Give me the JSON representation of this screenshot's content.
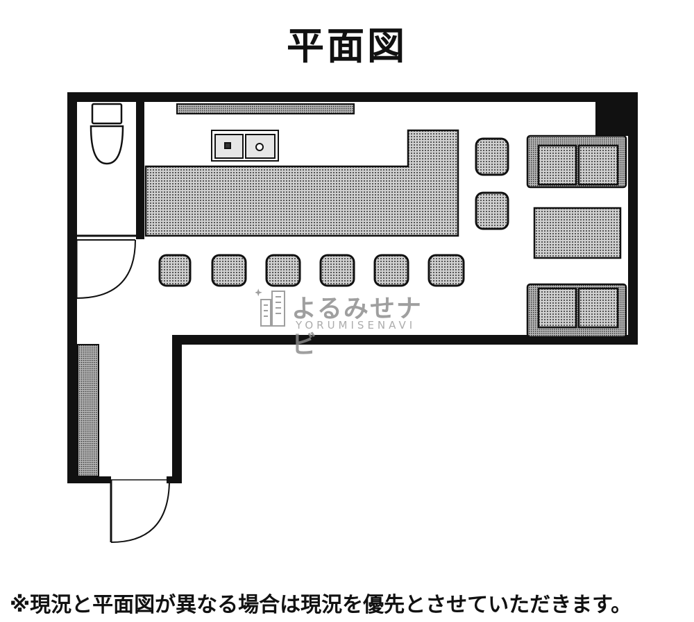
{
  "title": "平面図",
  "note": "※現況と平面図が異なる場合は現況を優先とさせていただきます。",
  "watermark": {
    "brand": "よるみせナビ",
    "brand_romaji": "YORUMISENAVI"
  },
  "colors": {
    "wall": "#111111",
    "fill_gray": "#9a9a9a",
    "fill_light": "#c8c8c8",
    "line": "#111111",
    "background": "#ffffff",
    "watermark": "#8a8a8a"
  },
  "icons": [
    "toilet-icon",
    "sink-icon",
    "door-swing-icon",
    "building-icon",
    "sparkle-icon"
  ]
}
